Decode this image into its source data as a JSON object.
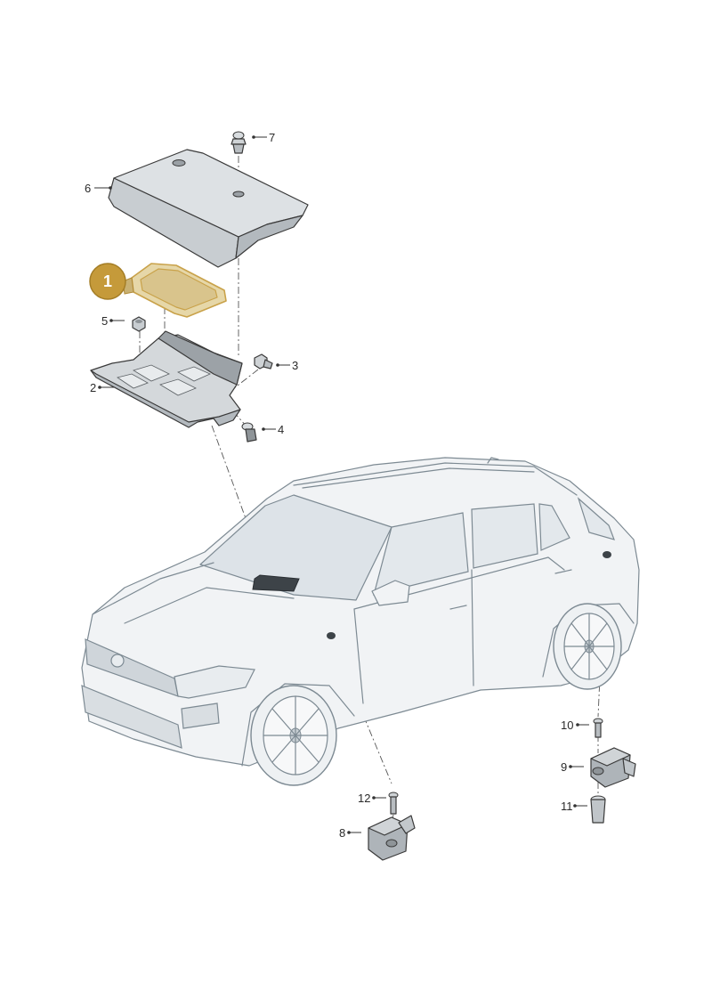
{
  "colors": {
    "highlight": "#c9a24a",
    "badge": "#c59a3a",
    "part_fill": "#d8dcdf",
    "part_dark": "#8e9498",
    "car_line": "#7d8a93",
    "glass": "#dde3e8"
  },
  "badge": {
    "label": "1"
  },
  "callouts": [
    {
      "id": "c2",
      "label": "2"
    },
    {
      "id": "c3",
      "label": "3"
    },
    {
      "id": "c4",
      "label": "4"
    },
    {
      "id": "c5",
      "label": "5"
    },
    {
      "id": "c6",
      "label": "6"
    },
    {
      "id": "c7",
      "label": "7"
    },
    {
      "id": "c8",
      "label": "8"
    },
    {
      "id": "c9",
      "label": "9"
    },
    {
      "id": "c10",
      "label": "10"
    },
    {
      "id": "c11",
      "label": "11"
    },
    {
      "id": "c12",
      "label": "12"
    }
  ]
}
